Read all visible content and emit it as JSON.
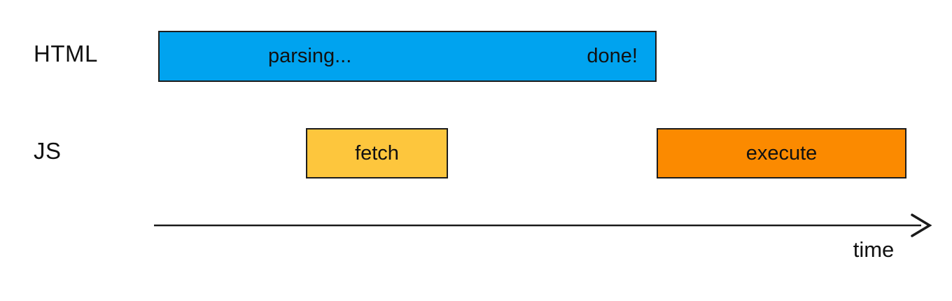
{
  "diagram": {
    "type": "timeline",
    "rows": [
      {
        "label": "HTML",
        "bars": [
          {
            "name": "parsing",
            "left_text": "parsing...",
            "right_text": "done!",
            "color": "#00A3EF"
          }
        ]
      },
      {
        "label": "JS",
        "bars": [
          {
            "name": "fetch",
            "text": "fetch",
            "color": "#FDC63D"
          },
          {
            "name": "execute",
            "text": "execute",
            "color": "#FB8A00"
          }
        ]
      }
    ],
    "axis": {
      "label": "time"
    },
    "colors": {
      "parsing_bar": "#00A3EF",
      "fetch_bar": "#FDC63D",
      "execute_bar": "#FB8A00",
      "border": "#1d1d1d",
      "text": "#111111",
      "background": "#ffffff",
      "axis_stroke": "#1a1a1a"
    }
  }
}
